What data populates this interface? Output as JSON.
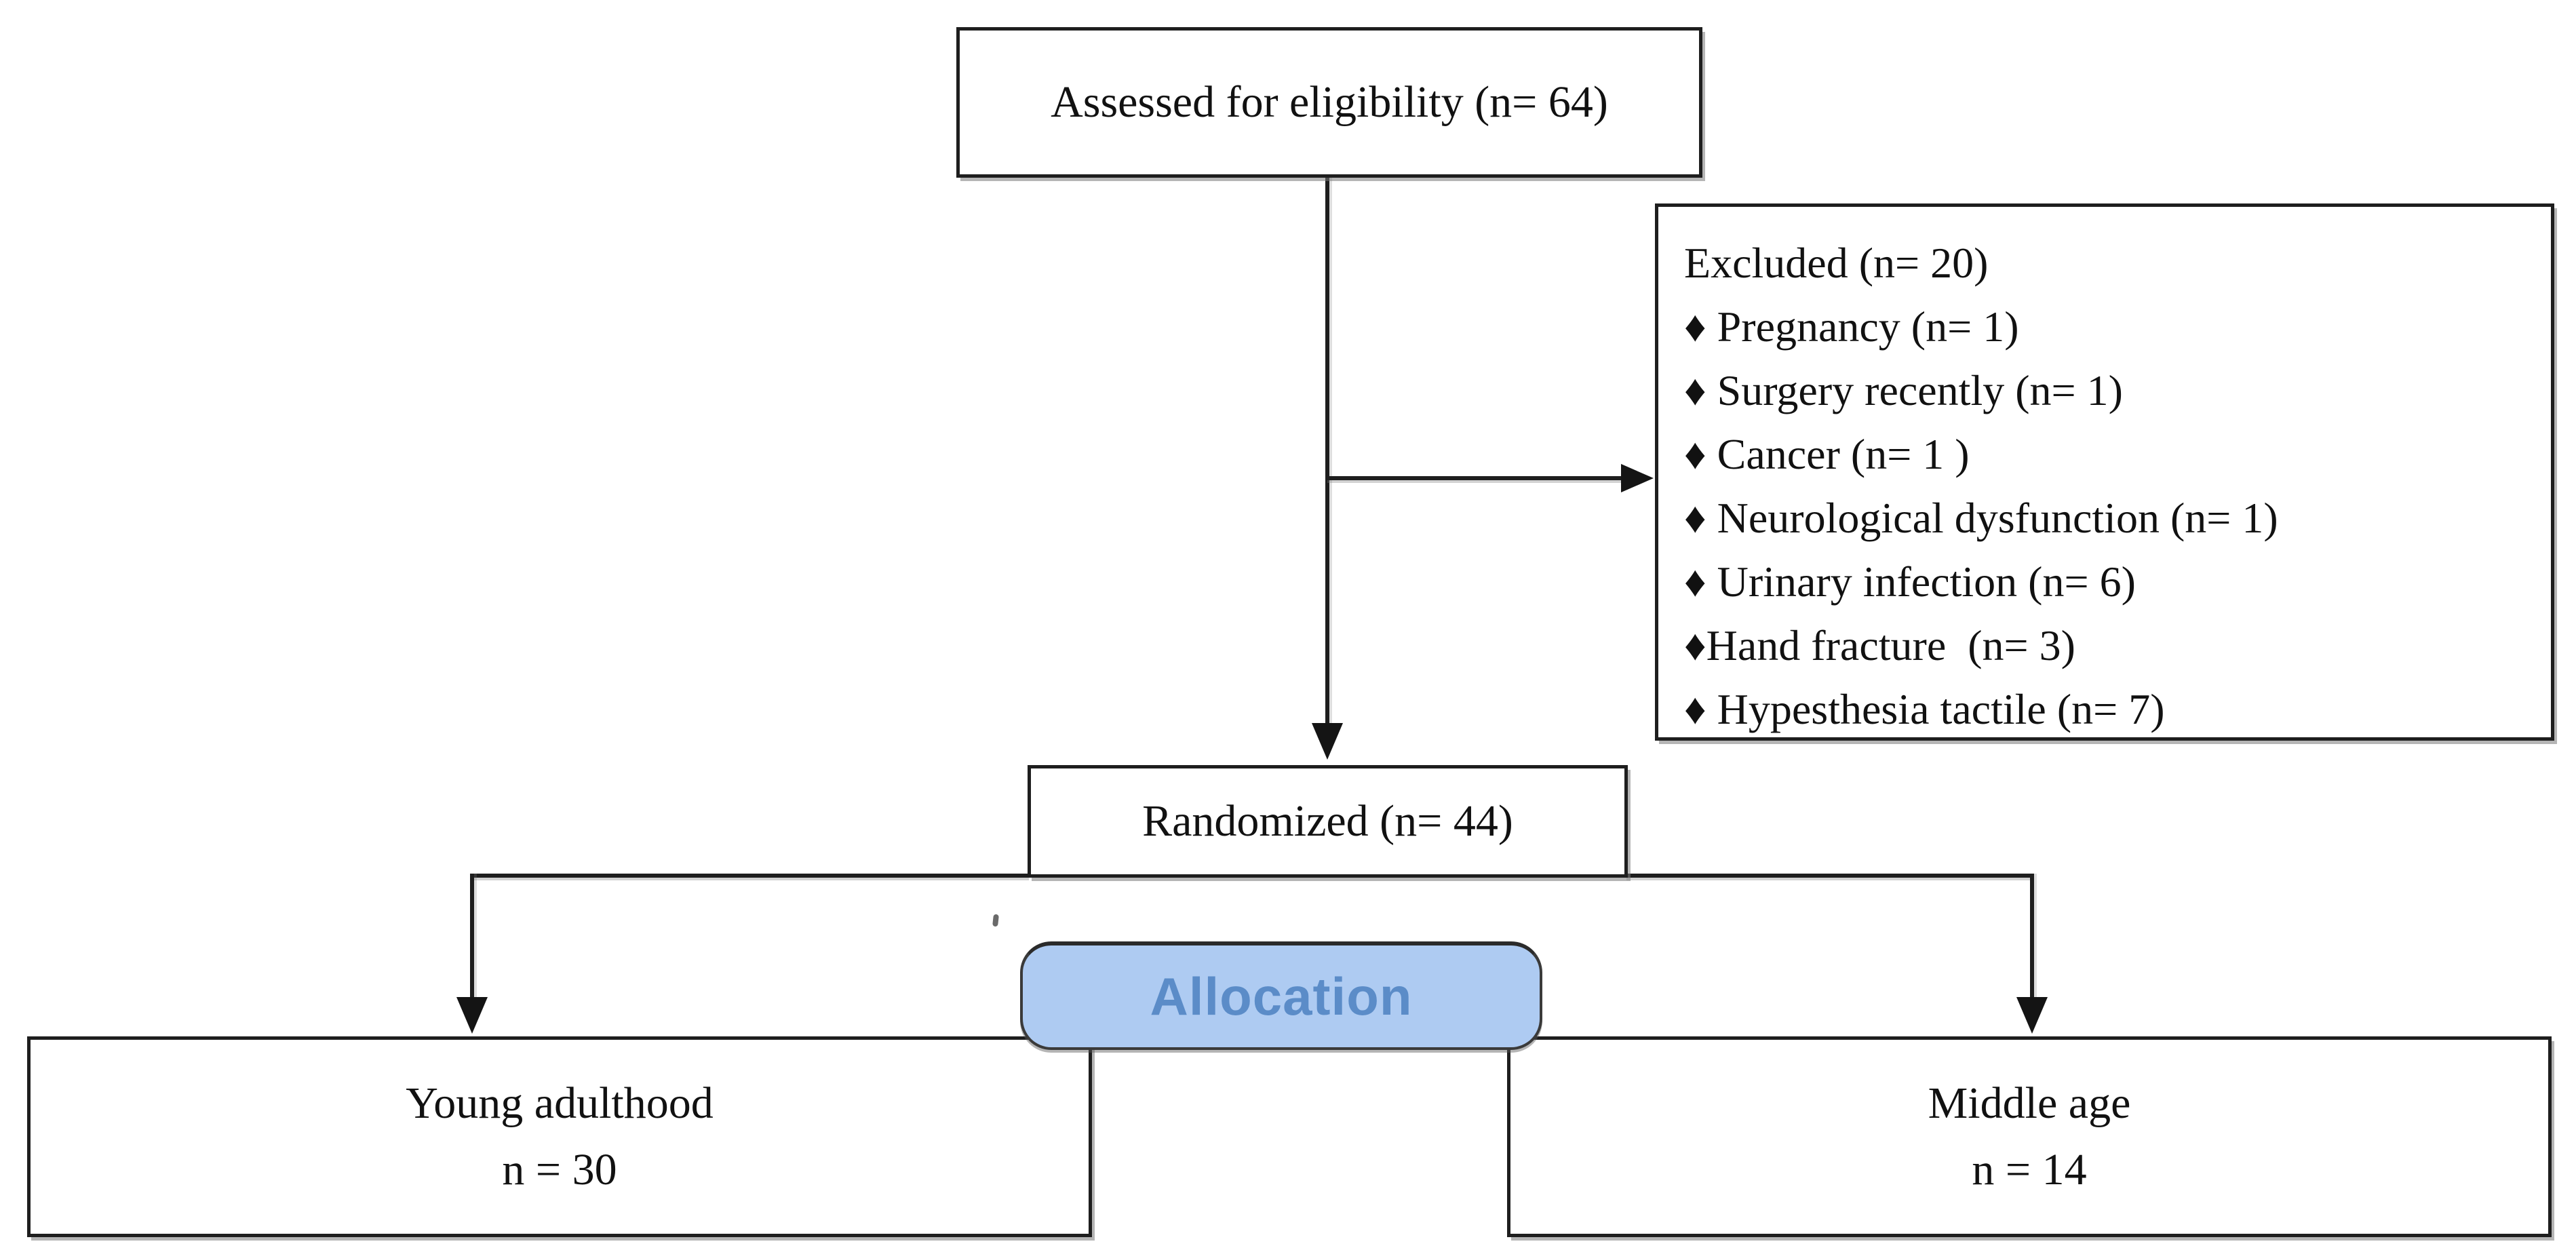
{
  "diagram": {
    "title_hint": "Participant flow diagram",
    "line_color": "#1e1e1e",
    "box_border_color": "#1e1e1e",
    "assessed": {
      "label": "Assessed for eligibility (n= 64)"
    },
    "excluded": {
      "title": "Excluded (n= 20)",
      "items": [
        "♦ Pregnancy (n= 1)",
        "♦ Surgery recently (n= 1)",
        "♦ Cancer (n= 1 )",
        "♦ Neurological dysfunction (n= 1)",
        "♦ Urinary infection (n= 6)",
        "♦Hand fracture  (n= 3)",
        "♦ Hypesthesia tactile (n= 7)"
      ]
    },
    "randomized": {
      "label": "Randomized (n= 44)"
    },
    "allocation": {
      "label": "Allocation",
      "fill_color": "#aecbf2",
      "text_color": "#5b8cc8",
      "border_color": "#3a3a3a"
    },
    "young_group": {
      "line1": "Young adulthood",
      "line2": "n = 30"
    },
    "middle_group": {
      "line1": "Middle age",
      "line2": "n = 14"
    }
  }
}
